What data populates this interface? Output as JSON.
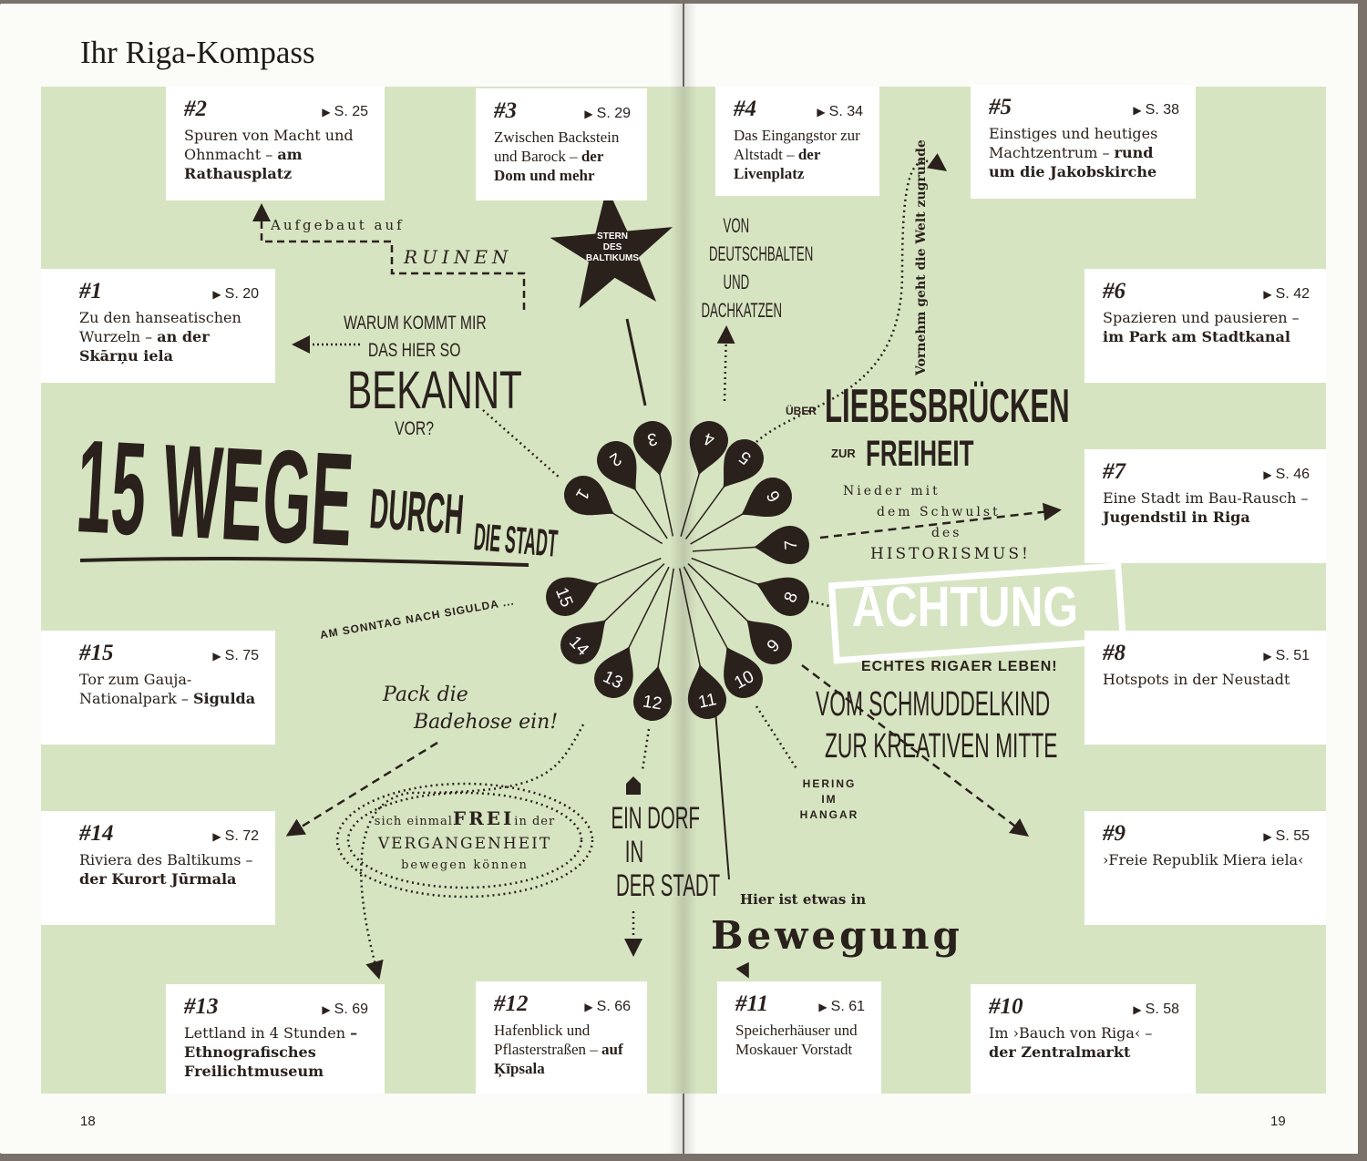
{
  "title": "Ihr Riga-Kompass",
  "page_numbers": {
    "left": "18",
    "right": "19"
  },
  "colors": {
    "green": "#d7e4c2",
    "ink": "#2a211c",
    "box": "#ffffff"
  },
  "page_ref_icon": "triangle-right-icon",
  "tours": {
    "t1": {
      "num": "#1",
      "page": "S. 20",
      "text": "Zu den hanseatischen Wurzeln – ",
      "bold": "an der Skārņu iela"
    },
    "t2": {
      "num": "#2",
      "page": "S. 25",
      "text": "Spuren von Macht und Ohnmacht – ",
      "bold": "am Rathausplatz"
    },
    "t3": {
      "num": "#3",
      "page": "S. 29",
      "text": "Zwischen Backstein und Barock – ",
      "bold": "der Dom und mehr"
    },
    "t4": {
      "num": "#4",
      "page": "S. 34",
      "text": "Das Eingangstor zur Altstadt – ",
      "bold": "der Livenplatz"
    },
    "t5": {
      "num": "#5",
      "page": "S. 38",
      "text": "Einstiges und heutiges Machtzentrum – ",
      "bold": "rund um die Jakobskirche"
    },
    "t6": {
      "num": "#6",
      "page": "S. 42",
      "text": "Spazieren und pausieren – ",
      "bold": "im Park am Stadtkanal"
    },
    "t7": {
      "num": "#7",
      "page": "S. 46",
      "text": "Eine Stadt im Bau-Rausch – ",
      "bold": "Jugendstil in Riga"
    },
    "t8": {
      "num": "#8",
      "page": "S. 51",
      "text": "Hotspots in der Neustadt",
      "bold": ""
    },
    "t9": {
      "num": "#9",
      "page": "S. 55",
      "text": "›Freie Republik Miera iela‹",
      "bold": ""
    },
    "t10": {
      "num": "#10",
      "page": "S. 58",
      "text": "Im ›Bauch von Riga‹ – ",
      "bold": "der Zentralmarkt"
    },
    "t11": {
      "num": "#11",
      "page": "S. 61",
      "text": "Speicherhäuser und Moskauer Vorstadt",
      "bold": ""
    },
    "t12": {
      "num": "#12",
      "page": "S. 66",
      "text": "Hafenblick und Pflasterstraßen – ",
      "bold": "auf Ķīpsala"
    },
    "t13": {
      "num": "#13",
      "page": "S. 69",
      "text": "Lettland in 4 Stunden ",
      "bold": "– Ethnografisches Freilichtmuseum"
    },
    "t14": {
      "num": "#14",
      "page": "S. 72",
      "text": "Riviera des Baltikums – ",
      "bold": "der Kurort Jūrmala"
    },
    "t15": {
      "num": "#15",
      "page": "S. 75",
      "text": "Tor zum Gauja-Nationalpark – ",
      "bold": "Sigulda"
    }
  },
  "pins": [
    "1",
    "2",
    "3",
    "4",
    "5",
    "6",
    "7",
    "8",
    "9",
    "10",
    "11",
    "12",
    "13",
    "14",
    "15"
  ],
  "annotations": {
    "aufgebaut": "Aufgebaut auf",
    "ruinen": "RUINEN",
    "star": [
      "STERN",
      "DES",
      "BALTIKUMS"
    ],
    "warum": [
      "WARUM KOMMT MIR",
      "DAS HIER SO",
      "BEKANNT",
      "VOR?"
    ],
    "headline": {
      "a": "15 WEGE",
      "b": "DURCH",
      "c": "DIE STADT"
    },
    "sigulda": "AM SONNTAG NACH SIGULDA ...",
    "badehose": [
      "Pack die",
      "Badehose ein!"
    ],
    "oval": {
      "a": "sich einmal",
      "b": "in der",
      "frei": "FREI",
      "verg": "VERGANGENHEIT",
      "c": "bewegen können"
    },
    "dorf": [
      "EIN DORF",
      "IN",
      "DER STADT"
    ],
    "deutschbalten": [
      "VON",
      "DEUTSCHBALTEN",
      "UND",
      "DACHKATZEN"
    ],
    "vornehm": "Vornehm geht die Welt zugrunde",
    "liebes": {
      "ueber": "ÜBER",
      "main": "LIEBESBRÜCKEN",
      "zur": "ZUR",
      "frei": "FREIHEIT"
    },
    "nieder": [
      "Nieder mit",
      "dem Schwulst",
      "des",
      "HISTORISMUS!"
    ],
    "stamp": {
      "big": "ACHTUNG",
      "small": "ECHTES RIGAER LEBEN!"
    },
    "schmuddel": [
      "VOM SCHMUDDELKIND",
      "ZUR KREATIVEN MITTE"
    ],
    "hering": [
      "HERING",
      "IM",
      "HANGAR"
    ],
    "bewegung": {
      "a": "Hier ist etwas in",
      "b": "Bewegung"
    }
  }
}
